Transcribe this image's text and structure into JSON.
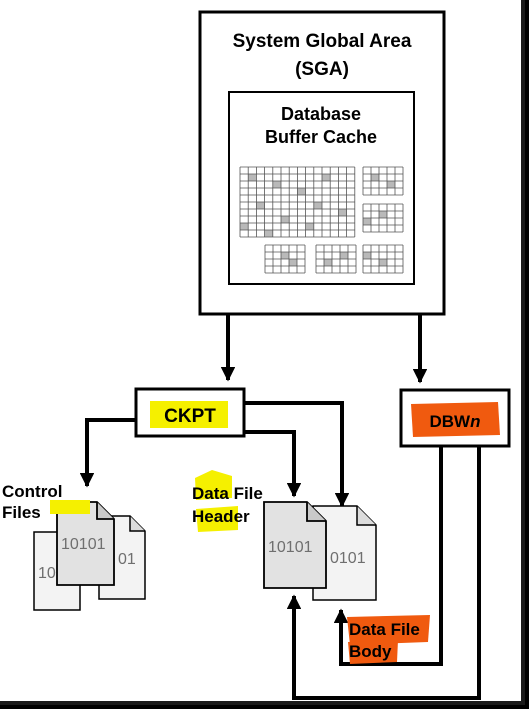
{
  "sga": {
    "title_line1": "System Global Area",
    "title_line2": "(SGA)"
  },
  "buffer_cache": {
    "title_line1": "Database",
    "title_line2": "Buffer Cache"
  },
  "processes": {
    "ckpt": "CKPT",
    "dbwn_prefix": "DBW",
    "dbwn_suffix": "n"
  },
  "files": {
    "control_line1": "Control",
    "control_line2": "Files",
    "header_line1": "Data File",
    "header_line2": "Header",
    "body_line1": "Data File",
    "body_line2": "Body",
    "bits_full": "10101",
    "bits_front_partial": "10",
    "bits_back_partial": "01",
    "bits_right_partial": "0101"
  },
  "colors": {
    "highlight_yellow": "#f5f000",
    "highlight_orange": "#f05a0f",
    "arrow": "#000000",
    "grid_fill": "#b9b9b9",
    "doc_fill": "#e8e8e8",
    "doc_back_fill": "#f3f3f3"
  }
}
